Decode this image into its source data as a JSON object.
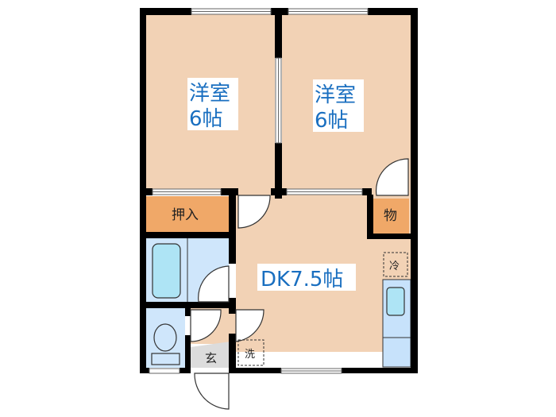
{
  "floorplan": {
    "rooms": {
      "western_room_left": {
        "name": "洋室",
        "size": "6帖"
      },
      "western_room_right": {
        "name": "洋室",
        "size": "6帖"
      },
      "dining_kitchen": {
        "label": "DK7.5帖"
      },
      "closet_oshiire": {
        "label": "押入"
      },
      "storage": {
        "label": "物"
      },
      "entrance": {
        "label": "玄"
      },
      "washer_space": {
        "label": "洗"
      },
      "fridge_space": {
        "label": "冷"
      }
    },
    "colors": {
      "room_floor": "#f2d2b5",
      "closet": "#f0a868",
      "wet_area": "#cfe6fb",
      "bathtub": "#aee4f5",
      "entrance_floor": "#dcdcdc",
      "wall": "#000000",
      "label_blue": "#1a6fc0",
      "label_bg": "#ffffff"
    }
  }
}
